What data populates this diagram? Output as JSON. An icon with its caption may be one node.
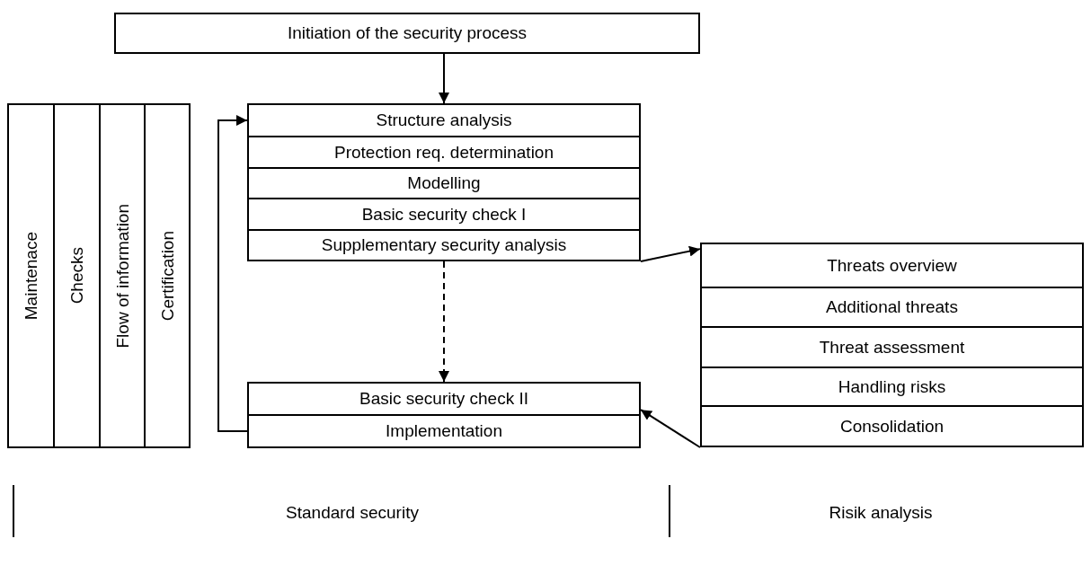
{
  "diagram": {
    "nodes": [
      {
        "text": [
          "Initiation of the security process"
        ]
      },
      {
        "text": [
          "Maintenace"
        ]
      },
      {
        "text": [
          "Checks"
        ]
      },
      {
        "text": [
          "Flow of information"
        ]
      },
      {
        "text": [
          "Certification"
        ]
      },
      {
        "text": [
          "Structure analysis"
        ]
      },
      {
        "text": [
          "Protection req. determination"
        ]
      },
      {
        "text": [
          "Modelling"
        ]
      },
      {
        "text": [
          "Basic security check I"
        ]
      },
      {
        "text": [
          "Supplementary security analysis"
        ]
      },
      {
        "text": [
          "Basic security check II"
        ]
      },
      {
        "text": [
          "Implementation"
        ]
      },
      {
        "text": [
          "Threats overview"
        ]
      },
      {
        "text": [
          "Additional threats"
        ]
      },
      {
        "text": [
          "Threat assessment"
        ]
      },
      {
        "text": [
          "Handling risks"
        ]
      },
      {
        "text": [
          "Consolidation"
        ]
      }
    ],
    "edges": [
      {
        "from": 0,
        "to": 5,
        "arrow": "to"
      },
      {
        "from": 11,
        "to": 5,
        "arrow": "to"
      },
      {
        "from": 9,
        "to": 10,
        "arrow": "to",
        "style": "dashed"
      },
      {
        "from": 9,
        "to": 12,
        "arrow": "to"
      },
      {
        "from": 16,
        "to": 10,
        "arrow": "to"
      }
    ],
    "labels": [
      "Standard security",
      "Risik analysis"
    ]
  }
}
